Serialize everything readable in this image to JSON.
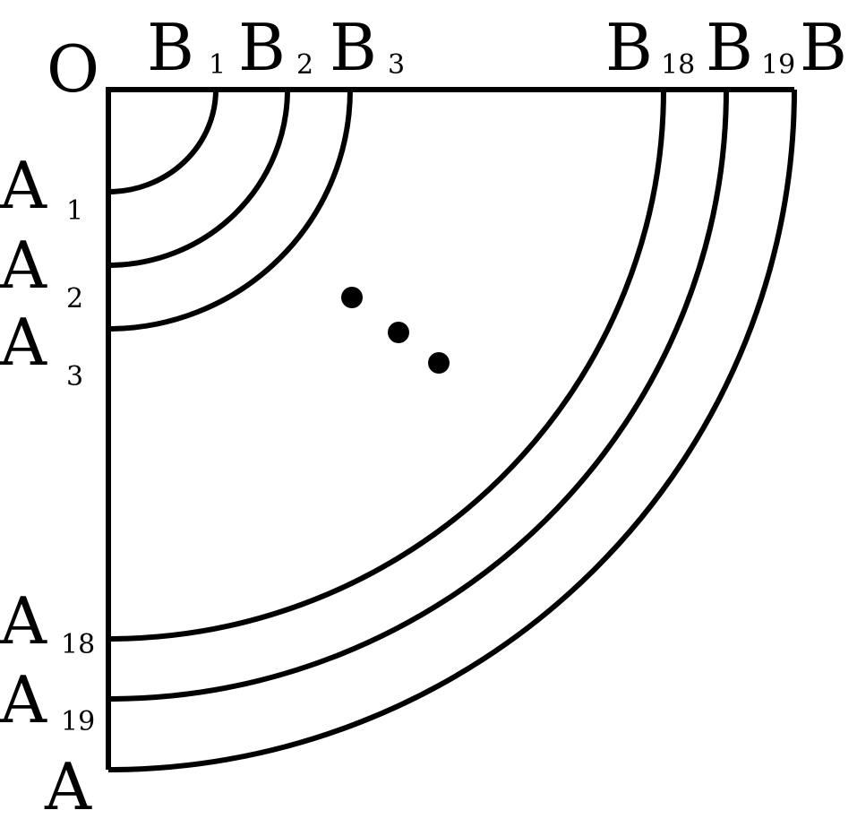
{
  "labels": {
    "origin": "O",
    "end_a": "A",
    "end_b": "B",
    "b_points": [
      {
        "letter": "B",
        "sub": "1"
      },
      {
        "letter": "B",
        "sub": "2"
      },
      {
        "letter": "B",
        "sub": "3"
      },
      {
        "letter": "B",
        "sub": "18"
      },
      {
        "letter": "B",
        "sub": "19"
      }
    ],
    "a_points": [
      {
        "letter": "A",
        "sub": "1"
      },
      {
        "letter": "A",
        "sub": "2"
      },
      {
        "letter": "A",
        "sub": "3"
      },
      {
        "letter": "A",
        "sub": "18"
      },
      {
        "letter": "A",
        "sub": "19"
      }
    ]
  },
  "colors": {
    "stroke": "#000000",
    "background": "#ffffff"
  }
}
